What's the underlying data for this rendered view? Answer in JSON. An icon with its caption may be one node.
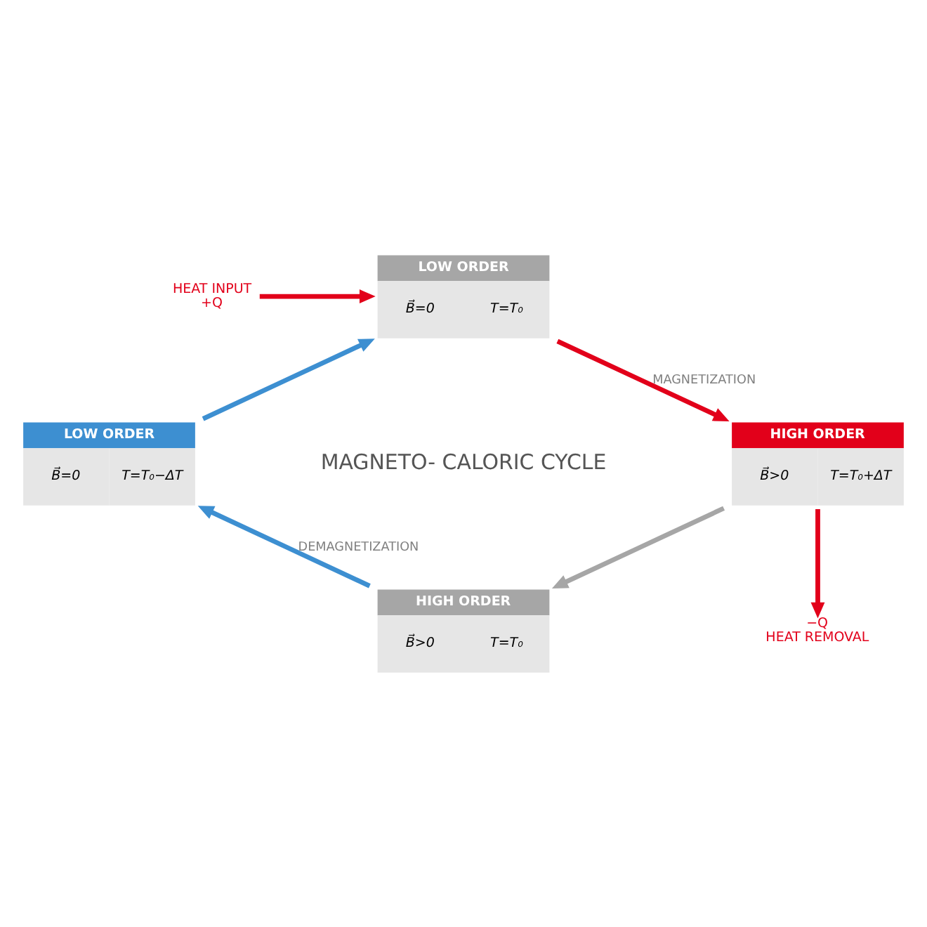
{
  "diagram": {
    "nodes": [
      {
        "text": [
          "HEAT INPUT",
          "+Q"
        ]
      },
      {
        "text": [
          "LOW ORDER",
          "B⃗=0",
          "T=T₀"
        ]
      },
      {
        "text": [
          "LOW ORDER",
          "B⃗=0",
          "T=T₀−ΔT"
        ]
      },
      {
        "text": [
          "HIGH ORDER",
          "B⃗>0",
          "T=T₀+ΔT"
        ]
      },
      {
        "text": [
          "HIGH ORDER",
          "B⃗>0",
          "T=T₀"
        ]
      },
      {
        "text": [
          "−Q",
          "HEAT REMOVAL"
        ]
      }
    ],
    "edges": [
      {
        "from": 0,
        "to": 1,
        "arrow": "to",
        "color": "#e2001a"
      },
      {
        "from": 1,
        "to": 3,
        "arrow": "to",
        "label": "MAGNETIZATION",
        "color": "#e2001a"
      },
      {
        "from": 3,
        "to": 4,
        "arrow": "to",
        "color": "#a6a6a6"
      },
      {
        "from": 3,
        "to": 5,
        "arrow": "to",
        "color": "#e2001a"
      },
      {
        "from": 4,
        "to": 2,
        "arrow": "to",
        "label": "DEMAGNETIZATION",
        "color": "#3d8fd1"
      },
      {
        "from": 2,
        "to": 1,
        "arrow": "to",
        "color": "#3d8fd1"
      }
    ],
    "labels": [
      "MAGNETO- CALORIC CYCLE"
    ]
  }
}
